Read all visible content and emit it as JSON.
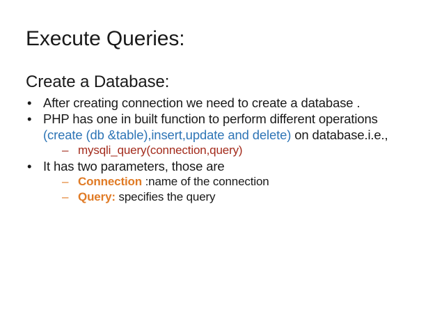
{
  "slide": {
    "title": "Execute Queries:",
    "subheading": "Create a Database:",
    "bullets": [
      {
        "marker": "•",
        "text": "After creating connection we need to create a database ."
      },
      {
        "marker": "•",
        "line1": "PHP has one in built function to perform different operations",
        "line2_blue": "(create (db &table),insert,update and delete)",
        "line2_rest": " on database.i.e.,",
        "subbullets": [
          {
            "marker": "–",
            "text": "mysqli_query(connection,query)",
            "color": "#a32b1c"
          }
        ]
      },
      {
        "marker": "•",
        "text": "It has two parameters, those are",
        "subbullets": [
          {
            "marker": "–",
            "term": "Connection",
            "rest": " :name of the connection",
            "color": "#e07b26"
          },
          {
            "marker": "–",
            "term": "Query:",
            "rest": " specifies the query",
            "color": "#e07b26"
          }
        ]
      }
    ]
  },
  "colors": {
    "background": "#ffffff",
    "text": "#191919",
    "blue": "#2e75b6",
    "red": "#a32b1c",
    "orange": "#e07b26"
  }
}
